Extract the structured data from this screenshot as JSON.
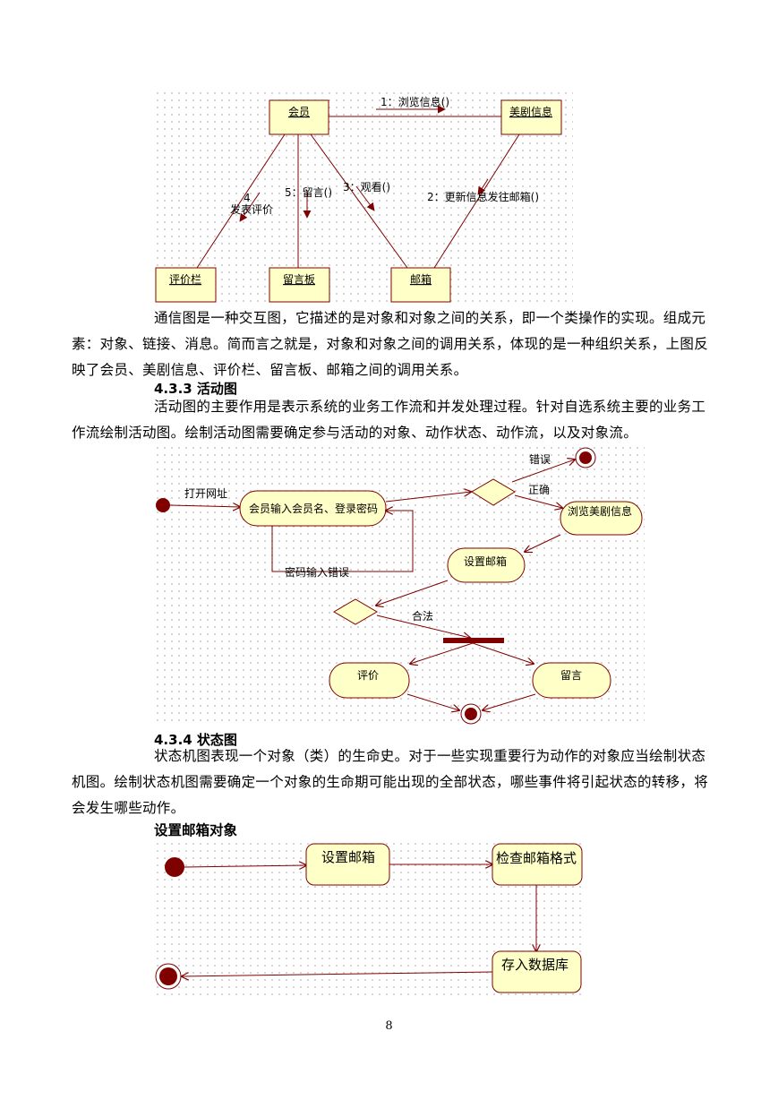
{
  "comm_diagram": {
    "objects": [
      "会员",
      "美剧信息",
      "评价栏",
      "留言板",
      "邮箱"
    ],
    "messages": [
      "1：浏览信息()",
      "2：更新信息发往邮箱()",
      "3：观看()",
      "5：留言()",
      "4",
      "发表评价"
    ]
  },
  "para1": "通信图是一种交互图，它描述的是对象和对象之间的关系，即一个类操作的实现。组成元素：对象、链接、消息。简而言之就是，对象和对象之间的调用关系，体现的是一种组织关系，上图反映了会员、美剧信息、评价栏、留言板、邮箱之间的调用关系。",
  "heading_433": "4.3.3 活动图",
  "para2": "活动图的主要作用是表示系统的业务工作流和并发处理过程。针对自选系统主要的业务工作流绘制活动图。绘制活动图需要确定参与活动的对象、动作状态、动作流，以及对象流。",
  "activity_diagram": {
    "open_site": "打开网址",
    "login": "会员输入会员名、登录密码",
    "pwd_error": "密码输入错误",
    "error": "错误",
    "correct": "正确",
    "browse": "浏览美剧信息",
    "set_mail": "设置邮箱",
    "valid": "合法",
    "review": "评价",
    "message": "留言"
  },
  "heading_434": "4.3.4 状态图",
  "para3": "状态机图表现一个对象（类）的生命史。对于一些实现重要行为动作的对象应当绘制状态机图。绘制状态机图需要确定一个对象的生命期可能出现的全部状态，哪些事件将引起状态的转移，将会发生哪些动作。",
  "state_title": "设置邮箱对象",
  "state_diagram": {
    "set_mail": "设置邮箱",
    "check": "检查邮箱格式",
    "save": "存入数据库"
  },
  "page_number": "8",
  "colors": {
    "uml_fill": "#ffffc8",
    "uml_line": "#800000",
    "node_dark": "#800000"
  }
}
